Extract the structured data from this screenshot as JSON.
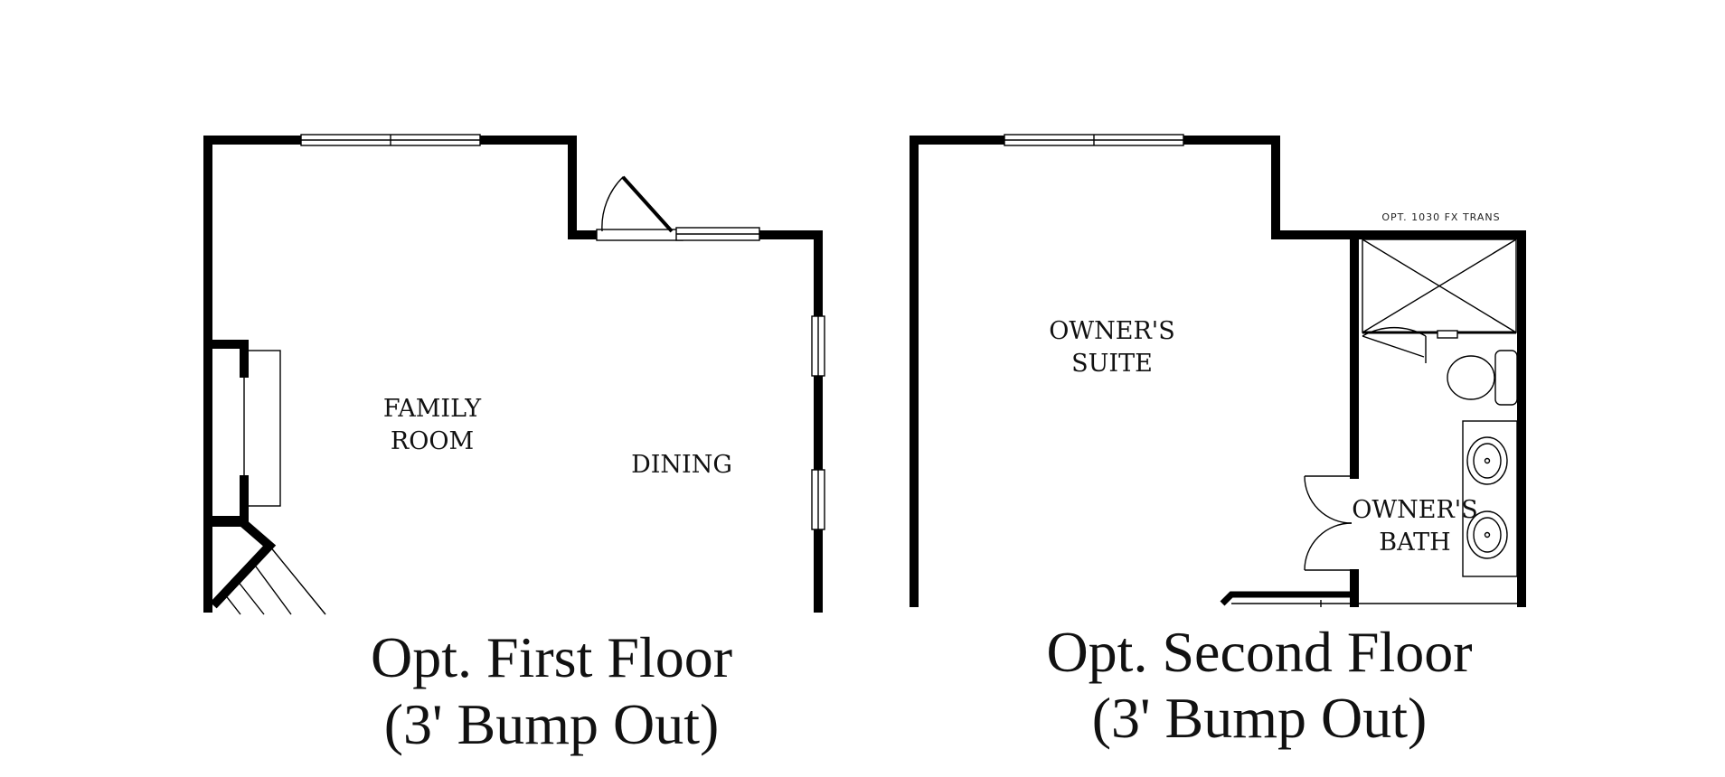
{
  "first_floor": {
    "rooms": [
      {
        "id": "family",
        "lines": [
          "FAMILY",
          "ROOM"
        ]
      },
      {
        "id": "dining",
        "lines": [
          "DINING"
        ]
      }
    ],
    "caption": [
      "Opt. First Floor",
      "(3' Bump Out)"
    ]
  },
  "second_floor": {
    "rooms": [
      {
        "id": "suite",
        "lines": [
          "OWNER'S",
          "SUITE"
        ]
      },
      {
        "id": "bath",
        "lines": [
          "OWNER'S",
          "BATH"
        ]
      }
    ],
    "note": "OPT. 1030 FX TRANS",
    "caption": [
      "Opt. Second Floor",
      "(3' Bump Out)"
    ]
  }
}
